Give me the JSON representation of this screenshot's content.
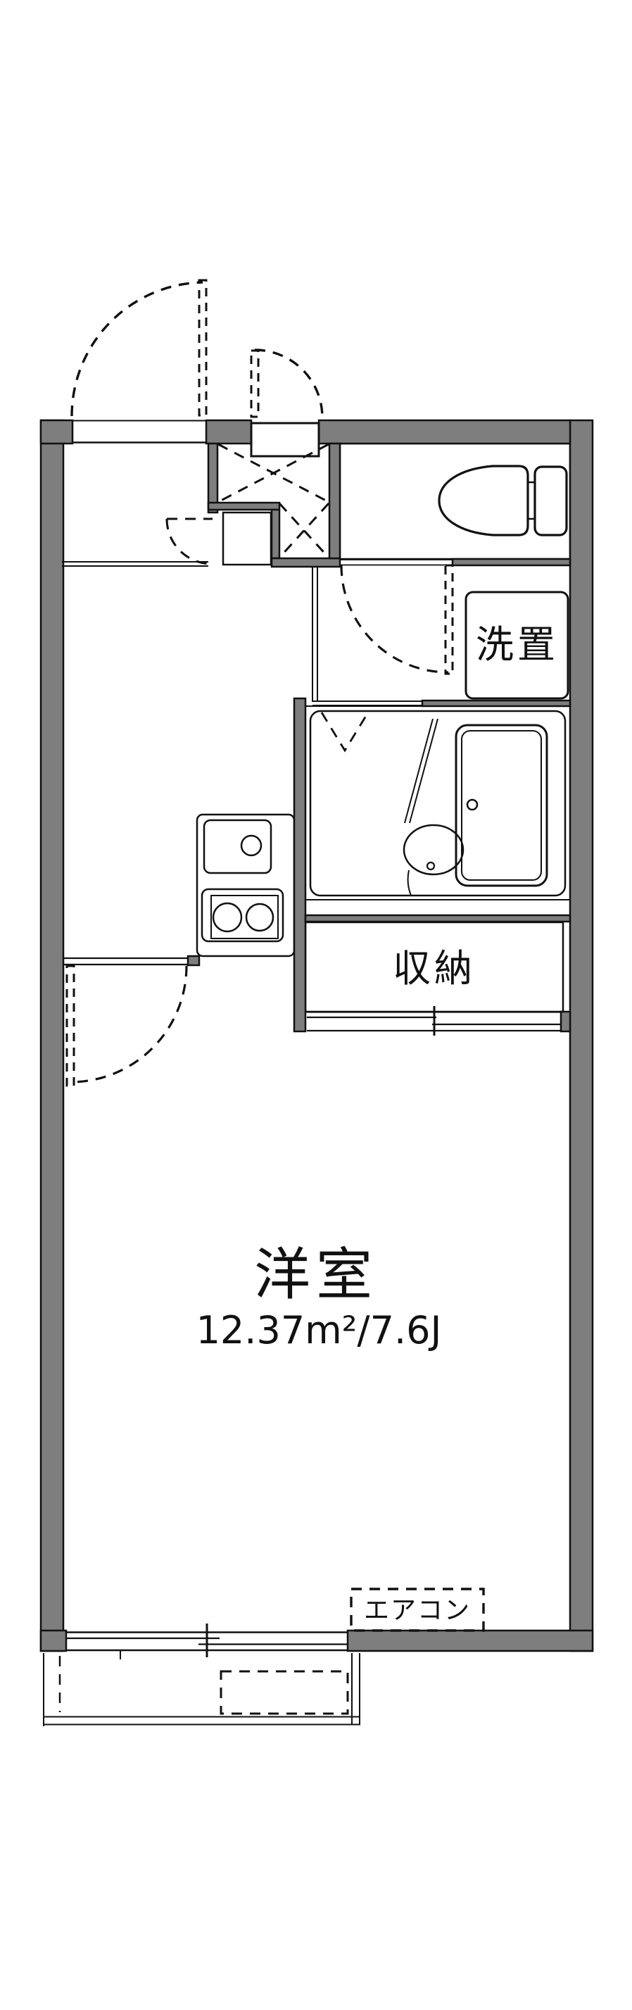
{
  "title": "apartment-floor-plan",
  "labels": {
    "main_room": "洋室",
    "main_room_size": "12.37m²/7.6J",
    "storage": "収納",
    "washer_place": "洗置",
    "aircon": "エアコン"
  },
  "colors": {
    "wall": "#7e7e7e",
    "wet": "#e6edf8",
    "beige": "#fdf2da",
    "line": "#111111",
    "bg": "#ffffff"
  }
}
